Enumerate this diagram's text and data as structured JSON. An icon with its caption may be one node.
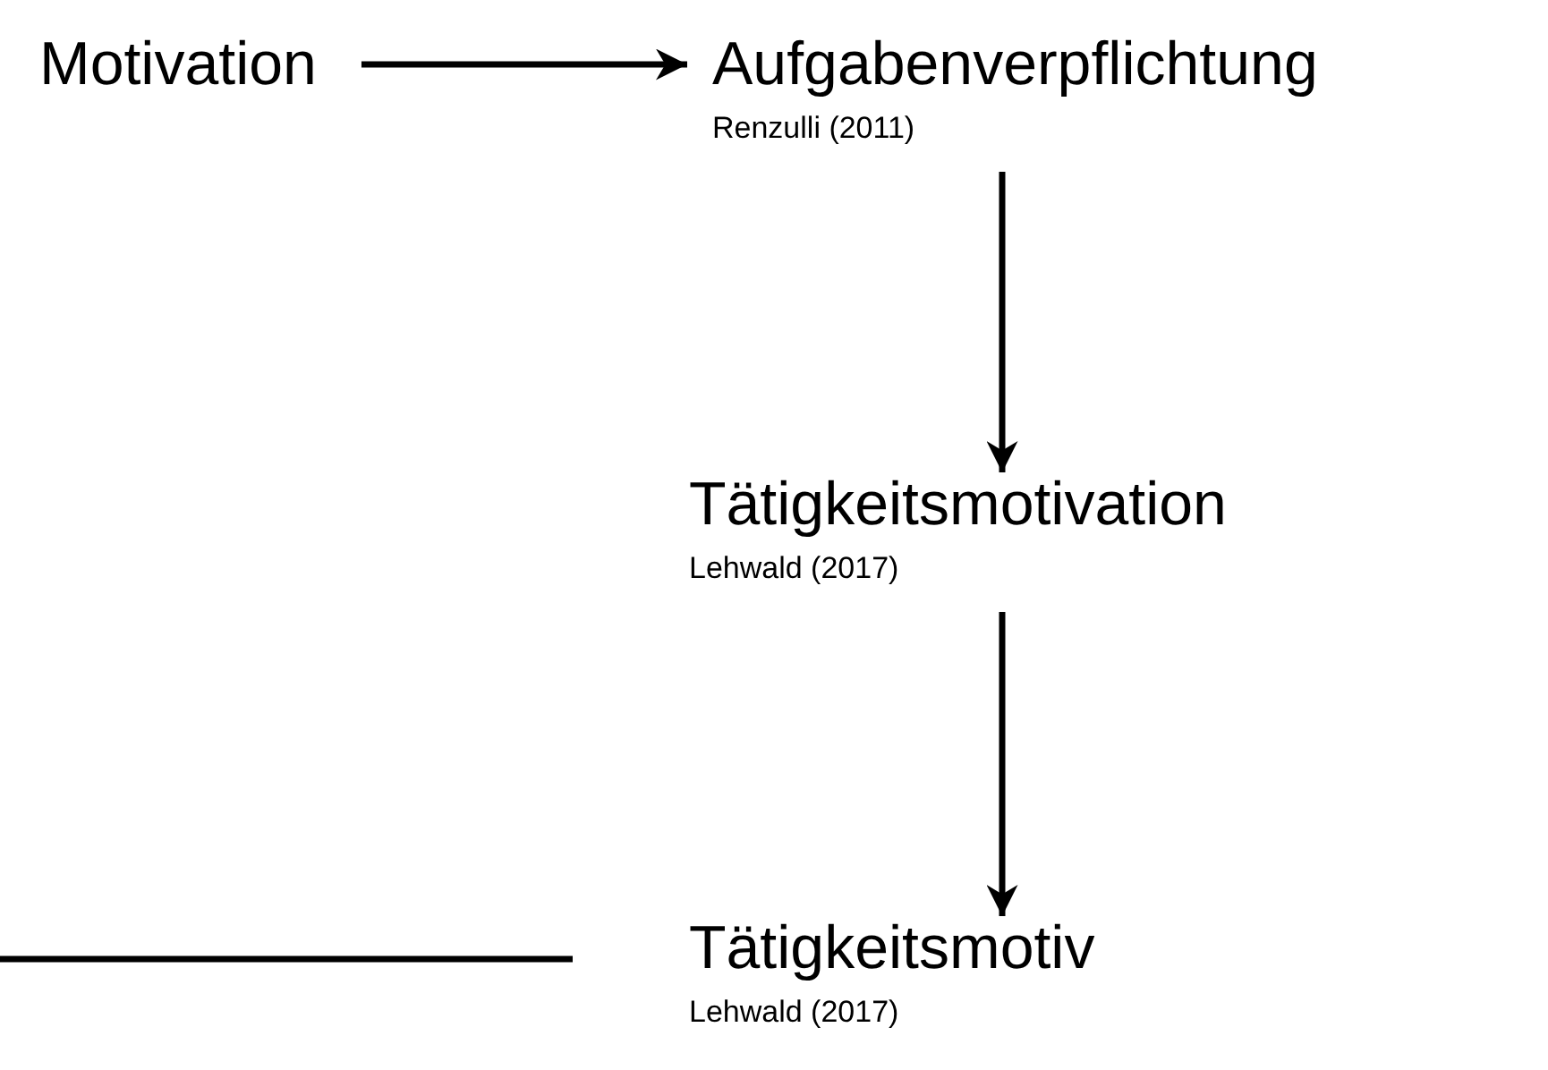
{
  "diagram": {
    "nodes": [
      {
        "text": [
          "Motivation"
        ]
      },
      {
        "text": [
          "Aufgabenverpflichtung"
        ],
        "beside": [
          "Renzulli (2011)"
        ]
      },
      {
        "text": [
          "Tätigkeitsmotivation"
        ],
        "beside": [
          "Lehwald (2017)"
        ]
      },
      {
        "text": [
          "Tätigkeitsmotiv"
        ],
        "beside": [
          "Lehwald (2017)"
        ]
      }
    ],
    "edges": [
      {
        "from": 0,
        "to": 1,
        "arrow": "to"
      },
      {
        "from": 1,
        "to": 2,
        "arrow": "to"
      },
      {
        "from": 2,
        "to": 3,
        "arrow": "to"
      },
      {
        "from": null,
        "to": 3,
        "arrow": "none"
      }
    ]
  }
}
